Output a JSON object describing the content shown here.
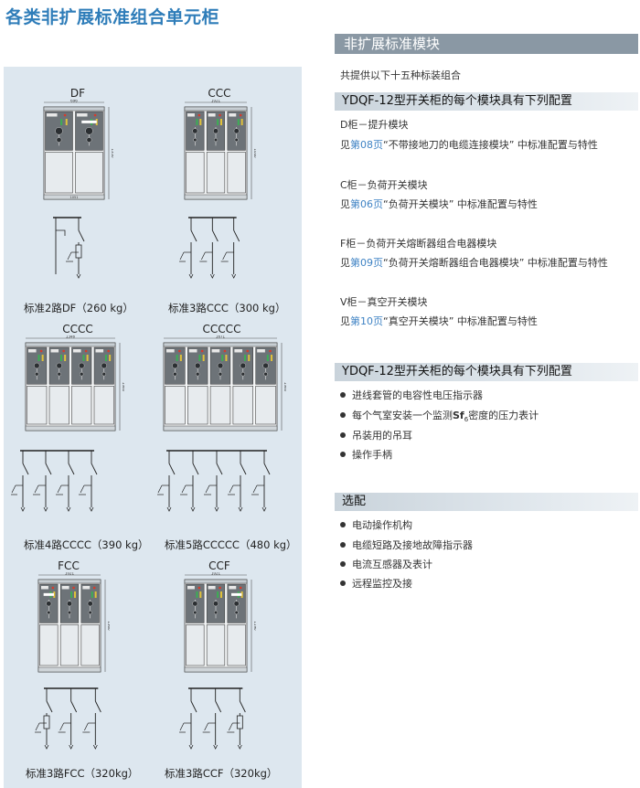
{
  "page_title": "各类非扩展标准组合单元柜",
  "cabinets": [
    {
      "code": "DF",
      "caption": "标准2路DF（260 kg）",
      "width_label": "696",
      "height_label": "1350",
      "base_label": "1051"
    },
    {
      "code": "CCC",
      "caption": "标准3路CCC（300 kg）",
      "width_label": "1021",
      "height_label": "1040"
    },
    {
      "code": "CCCC",
      "caption": "标准4路CCCC（390 kg）",
      "width_label": "1346",
      "height_label": "1360"
    },
    {
      "code": "CCCCC",
      "caption": "标准5路CCCCC（480 kg）",
      "width_label": "1671",
      "height_label": "1360"
    },
    {
      "code": "FCC",
      "caption": "标准3路FCC（320kg）",
      "width_label": "1021",
      "height_label": "1360"
    },
    {
      "code": "CCF",
      "caption": "标准3路CCF（320kg）",
      "width_label": "1021",
      "height_label": "1190"
    }
  ],
  "right": {
    "section1_title": "非扩展标准模块",
    "intro": "共提供以下十五种标装组合",
    "config_heading": "YDQF-12型开关柜的每个模块具有下列配置",
    "modules": [
      {
        "name": "D柜－提升模块",
        "prefix": "见",
        "page": "第08页",
        "desc": "“不带接地刀的电缆连接模块” 中标准配置与特性"
      },
      {
        "name": "C柜－负荷开关模块",
        "prefix": "见",
        "page": "第06页",
        "desc": "“负荷开关模块” 中标准配置与特性"
      },
      {
        "name": "F柜－负荷开关熔断器组合电器模块",
        "prefix": "见",
        "page": "第09页",
        "desc": "“负荷开关熔断器组合电器模块” 中标准配置与特性"
      },
      {
        "name": "V柜－真空开关模块",
        "prefix": "见",
        "page": "第10页",
        "desc": "“真空开关模块” 中标准配置与特性"
      }
    ],
    "config_heading2": "YDQF-12型开关柜的每个模块具有下列配置",
    "features": [
      {
        "text": "进线套管的电容性电压指示器"
      },
      {
        "pre": "每个气室安装一个监测",
        "bold": "Sf",
        "sub": "6",
        "post": "密度的压力表计"
      },
      {
        "text": "吊装用的吊耳"
      },
      {
        "text": "操作手柄"
      }
    ],
    "options_heading": "选配",
    "options": [
      "电动操作机构",
      "电缆短路及接地故障指示器",
      "电流互感器及表计",
      "远程监控及接"
    ]
  }
}
